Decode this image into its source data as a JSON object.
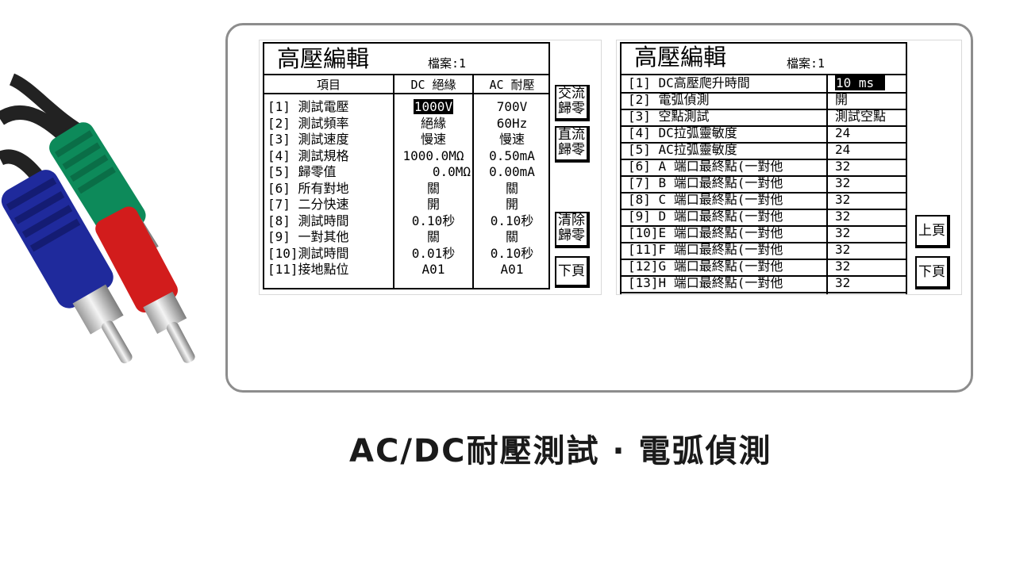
{
  "panel1": {
    "title": "高壓編輯",
    "file_label": "檔案:1",
    "headers": {
      "item": "項目",
      "dc": "DC 絕緣",
      "ac": "AC 耐壓"
    },
    "rows": [
      {
        "label": "[1] 測試電壓",
        "dc": "1000V",
        "ac": "700V"
      },
      {
        "label": "[2] 測試頻率",
        "dc": "絕緣",
        "ac": "60Hz"
      },
      {
        "label": "[3] 測試速度",
        "dc": "慢速",
        "ac": "慢速"
      },
      {
        "label": "[4] 測試規格",
        "dc": "1000.0MΩ",
        "ac": "0.50mA"
      },
      {
        "label": "[5] 歸零值",
        "dc": "0.0MΩ",
        "ac": "0.00mA"
      },
      {
        "label": "[6] 所有對地",
        "dc": "關",
        "ac": "關"
      },
      {
        "label": "[7] 二分快速",
        "dc": "開",
        "ac": "開"
      },
      {
        "label": "[8] 測試時間",
        "dc": "0.10秒",
        "ac": "0.10秒"
      },
      {
        "label": "[9] 一對其他",
        "dc": "關",
        "ac": "關"
      },
      {
        "label": "[10]測試時間",
        "dc": "0.01秒",
        "ac": "0.10秒"
      },
      {
        "label": "[11]接地點位",
        "dc": "A01",
        "ac": "A01"
      }
    ],
    "buttons": {
      "ac_zero_1": "交流",
      "ac_zero_2": "歸零",
      "dc_zero_1": "直流",
      "dc_zero_2": "歸零",
      "clear_zero_1": "清除",
      "clear_zero_2": "歸零",
      "next_page": "下頁"
    }
  },
  "panel2": {
    "title": "高壓編輯",
    "file_label": "檔案:1",
    "rows": [
      {
        "label": "[1] DC高壓爬升時間",
        "value": "10  ms"
      },
      {
        "label": "[2] 電弧偵測",
        "value": "開"
      },
      {
        "label": "[3] 空點測試",
        "value": "測試空點"
      },
      {
        "label": "[4] DC拉弧靈敏度",
        "value": "24"
      },
      {
        "label": "[5] AC拉弧靈敏度",
        "value": "24"
      },
      {
        "label": "[6] A 端口最終點(一對他",
        "value": "32"
      },
      {
        "label": "[7] B 端口最終點(一對他",
        "value": "32"
      },
      {
        "label": "[8] C 端口最終點(一對他",
        "value": "32"
      },
      {
        "label": "[9] D 端口最終點(一對他",
        "value": "32"
      },
      {
        "label": "[10]E 端口最終點(一對他",
        "value": "32"
      },
      {
        "label": "[11]F 端口最終點(一對他",
        "value": "32"
      },
      {
        "label": "[12]G 端口最終點(一對他",
        "value": "32"
      },
      {
        "label": "[13]H 端口最終點(一對他",
        "value": "32"
      }
    ],
    "buttons": {
      "prev_page": "上頁",
      "next_page": "下頁"
    }
  },
  "caption": "AC/DC耐壓測試 · 電弧偵測",
  "colors": {
    "frame": "#8d8d8d",
    "cable_green": "#0d8a5a",
    "cable_blue": "#1f2a9c",
    "cable_red": "#d21c1c"
  }
}
